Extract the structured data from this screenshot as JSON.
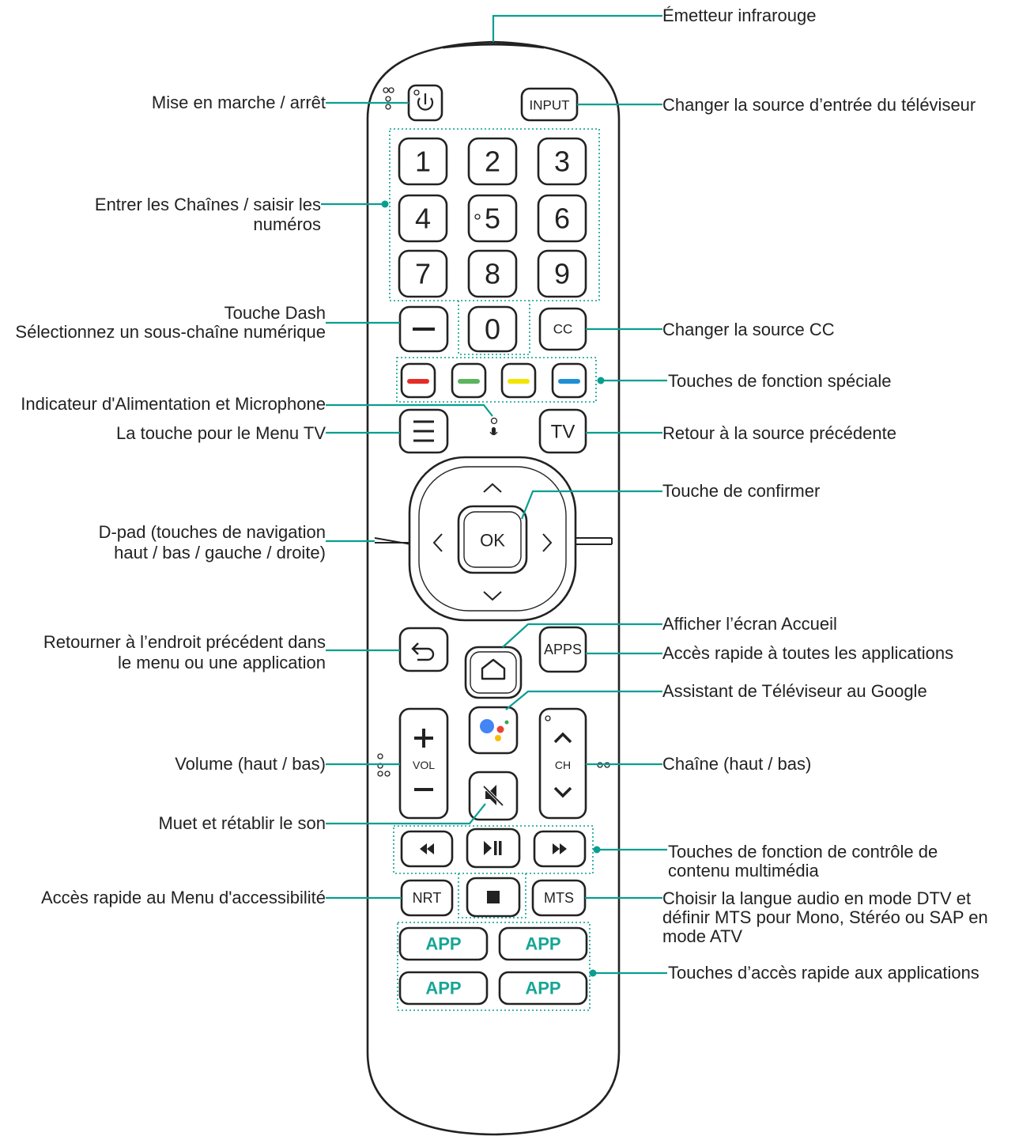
{
  "labels": {
    "ir": "Émetteur infrarouge",
    "power": "Mise en marche / arrêt",
    "input": "Changer la source d’entrée du téléviseur",
    "numbers_1": "Entrer les Chaînes / saisir les",
    "numbers_2": "numéros",
    "dash_1": "Touche Dash",
    "dash_2": "Sélectionnez un sous-chaîne numérique",
    "cc": "Changer la source CC",
    "color": "Touches de fonction spéciale",
    "indicator": "Indicateur d'Alimentation et Microphone",
    "menu": "La touche pour le Menu TV",
    "tv": "Retour à la source précédente",
    "ok": "Touche de confirmer",
    "dpad_1": "D-pad (touches de navigation",
    "dpad_2": "haut / bas / gauche / droite)",
    "back_1": "Retourner à l’endroit précédent dans",
    "back_2": "le menu ou une application",
    "home": "Afficher l’écran Accueil",
    "apps": "Accès rapide à toutes les applications",
    "assistant": "Assistant de Téléviseur au Google",
    "volume": "Volume (haut / bas)",
    "channel": "Chaîne (haut / bas)",
    "mute": "Muet et rétablir le son",
    "media_1": "Touches de fonction de contrôle de",
    "media_2": "contenu multimédia",
    "nrt": "Accès rapide au Menu d'accessibilité",
    "mts_1": "Choisir la langue audio en mode DTV et",
    "mts_2": "définir MTS pour Mono, Stéréo ou SAP en",
    "mts_3": "mode ATV",
    "app_keys": "Touches d’accès rapide aux applications"
  },
  "buttons": {
    "input": "INPUT",
    "digits": [
      "1",
      "2",
      "3",
      "4",
      "5",
      "6",
      "7",
      "8",
      "9"
    ],
    "zero": "0",
    "dash": "–",
    "cc": "CC",
    "tv": "TV",
    "ok": "OK",
    "apps": "APPS",
    "vol": "VOL",
    "ch": "CH",
    "nrt": "NRT",
    "mts": "MTS",
    "app": [
      "APP",
      "APP",
      "APP",
      "APP"
    ]
  },
  "colors": {
    "leader": "#0a9e91",
    "outline": "#222222",
    "app_text": "#16a596",
    "red": "#e52d27",
    "green": "#5cb45e",
    "yellow": "#f2e600",
    "blue": "#1f8fd6",
    "g_blue": "#4285f4",
    "g_red": "#ea4335",
    "g_yellow": "#fbbc05",
    "g_green": "#34a853"
  }
}
